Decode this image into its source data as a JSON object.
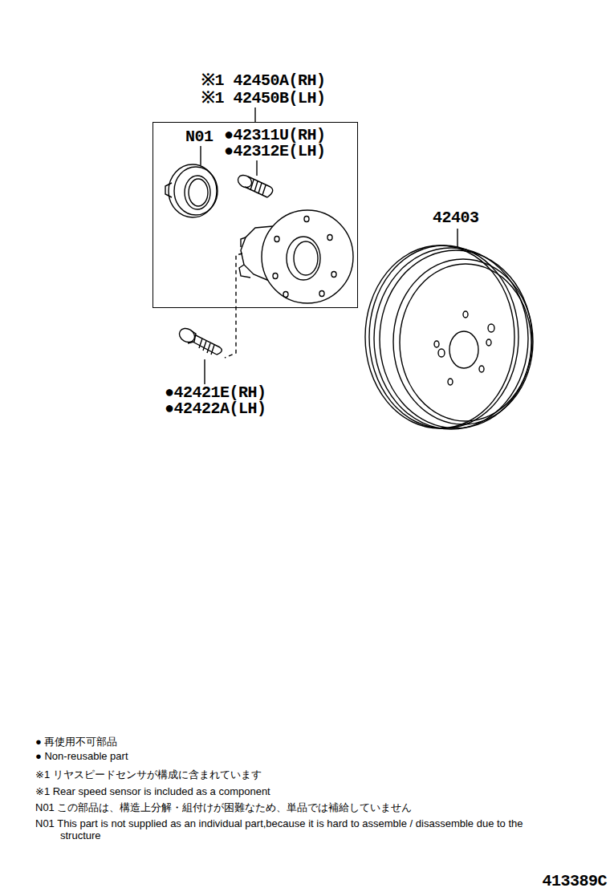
{
  "diagram": {
    "nodes": [
      {
        "text": [
          "※1 42450A(RH)",
          "※1 42450B(LH)",
          "N01",
          "●42311U(RH)",
          "●42312E(LH)"
        ]
      }
    ],
    "labels": [
      "●42421E(RH)",
      "●42422A(LH)",
      "42403",
      "● 再使用不可部品",
      "● Non-reusable part",
      "※1 リヤスピードセンサが構成に含まれています",
      "※1 Rear speed sensor is included as a component",
      "N01 この部品は、構造上分解・組付けが困難なため、単品では補給していません",
      "N01 This part is not supplied as an individual part,because it is hard to assemble / disassemble due to the structure",
      "413389C"
    ]
  }
}
